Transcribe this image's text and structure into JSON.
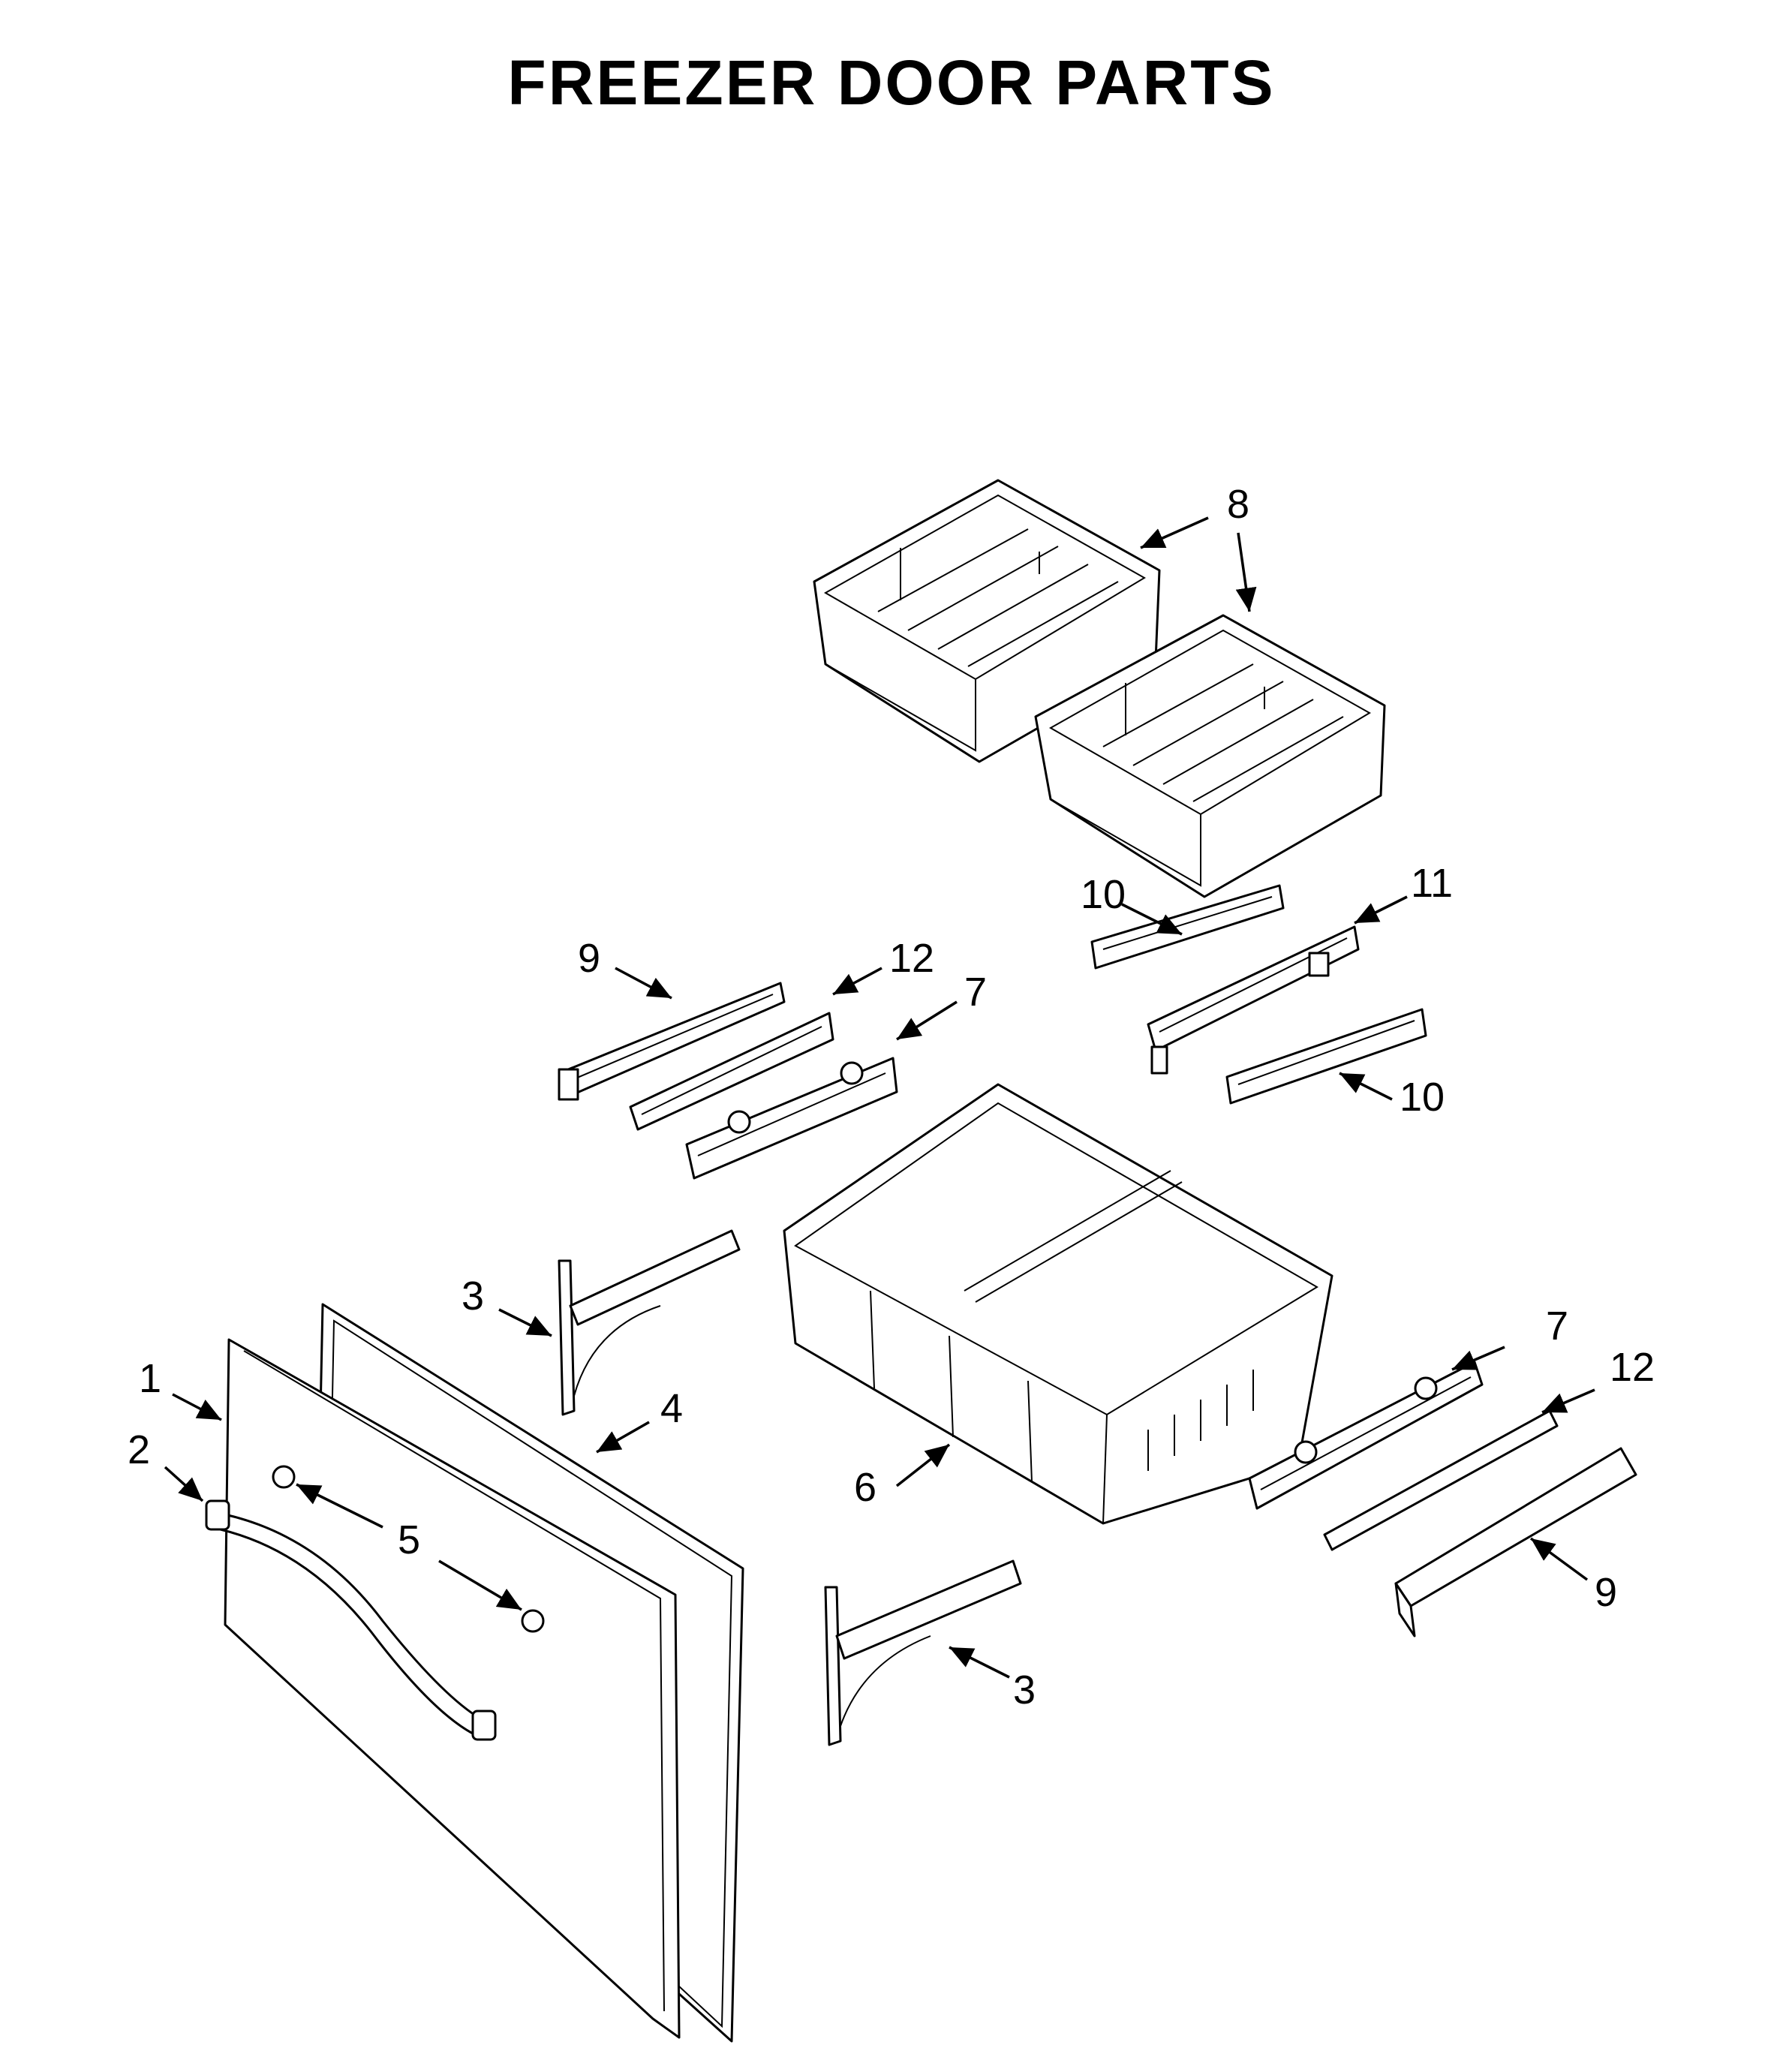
{
  "title": "FREEZER DOOR PARTS",
  "callouts": {
    "c1": "1",
    "c2": "2",
    "c3a": "3",
    "c3b": "3",
    "c4": "4",
    "c5": "5",
    "c6": "6",
    "c7a": "7",
    "c7b": "7",
    "c8": "8",
    "c9a": "9",
    "c9b": "9",
    "c10a": "10",
    "c10b": "10",
    "c11": "11",
    "c12a": "12",
    "c12b": "12"
  }
}
